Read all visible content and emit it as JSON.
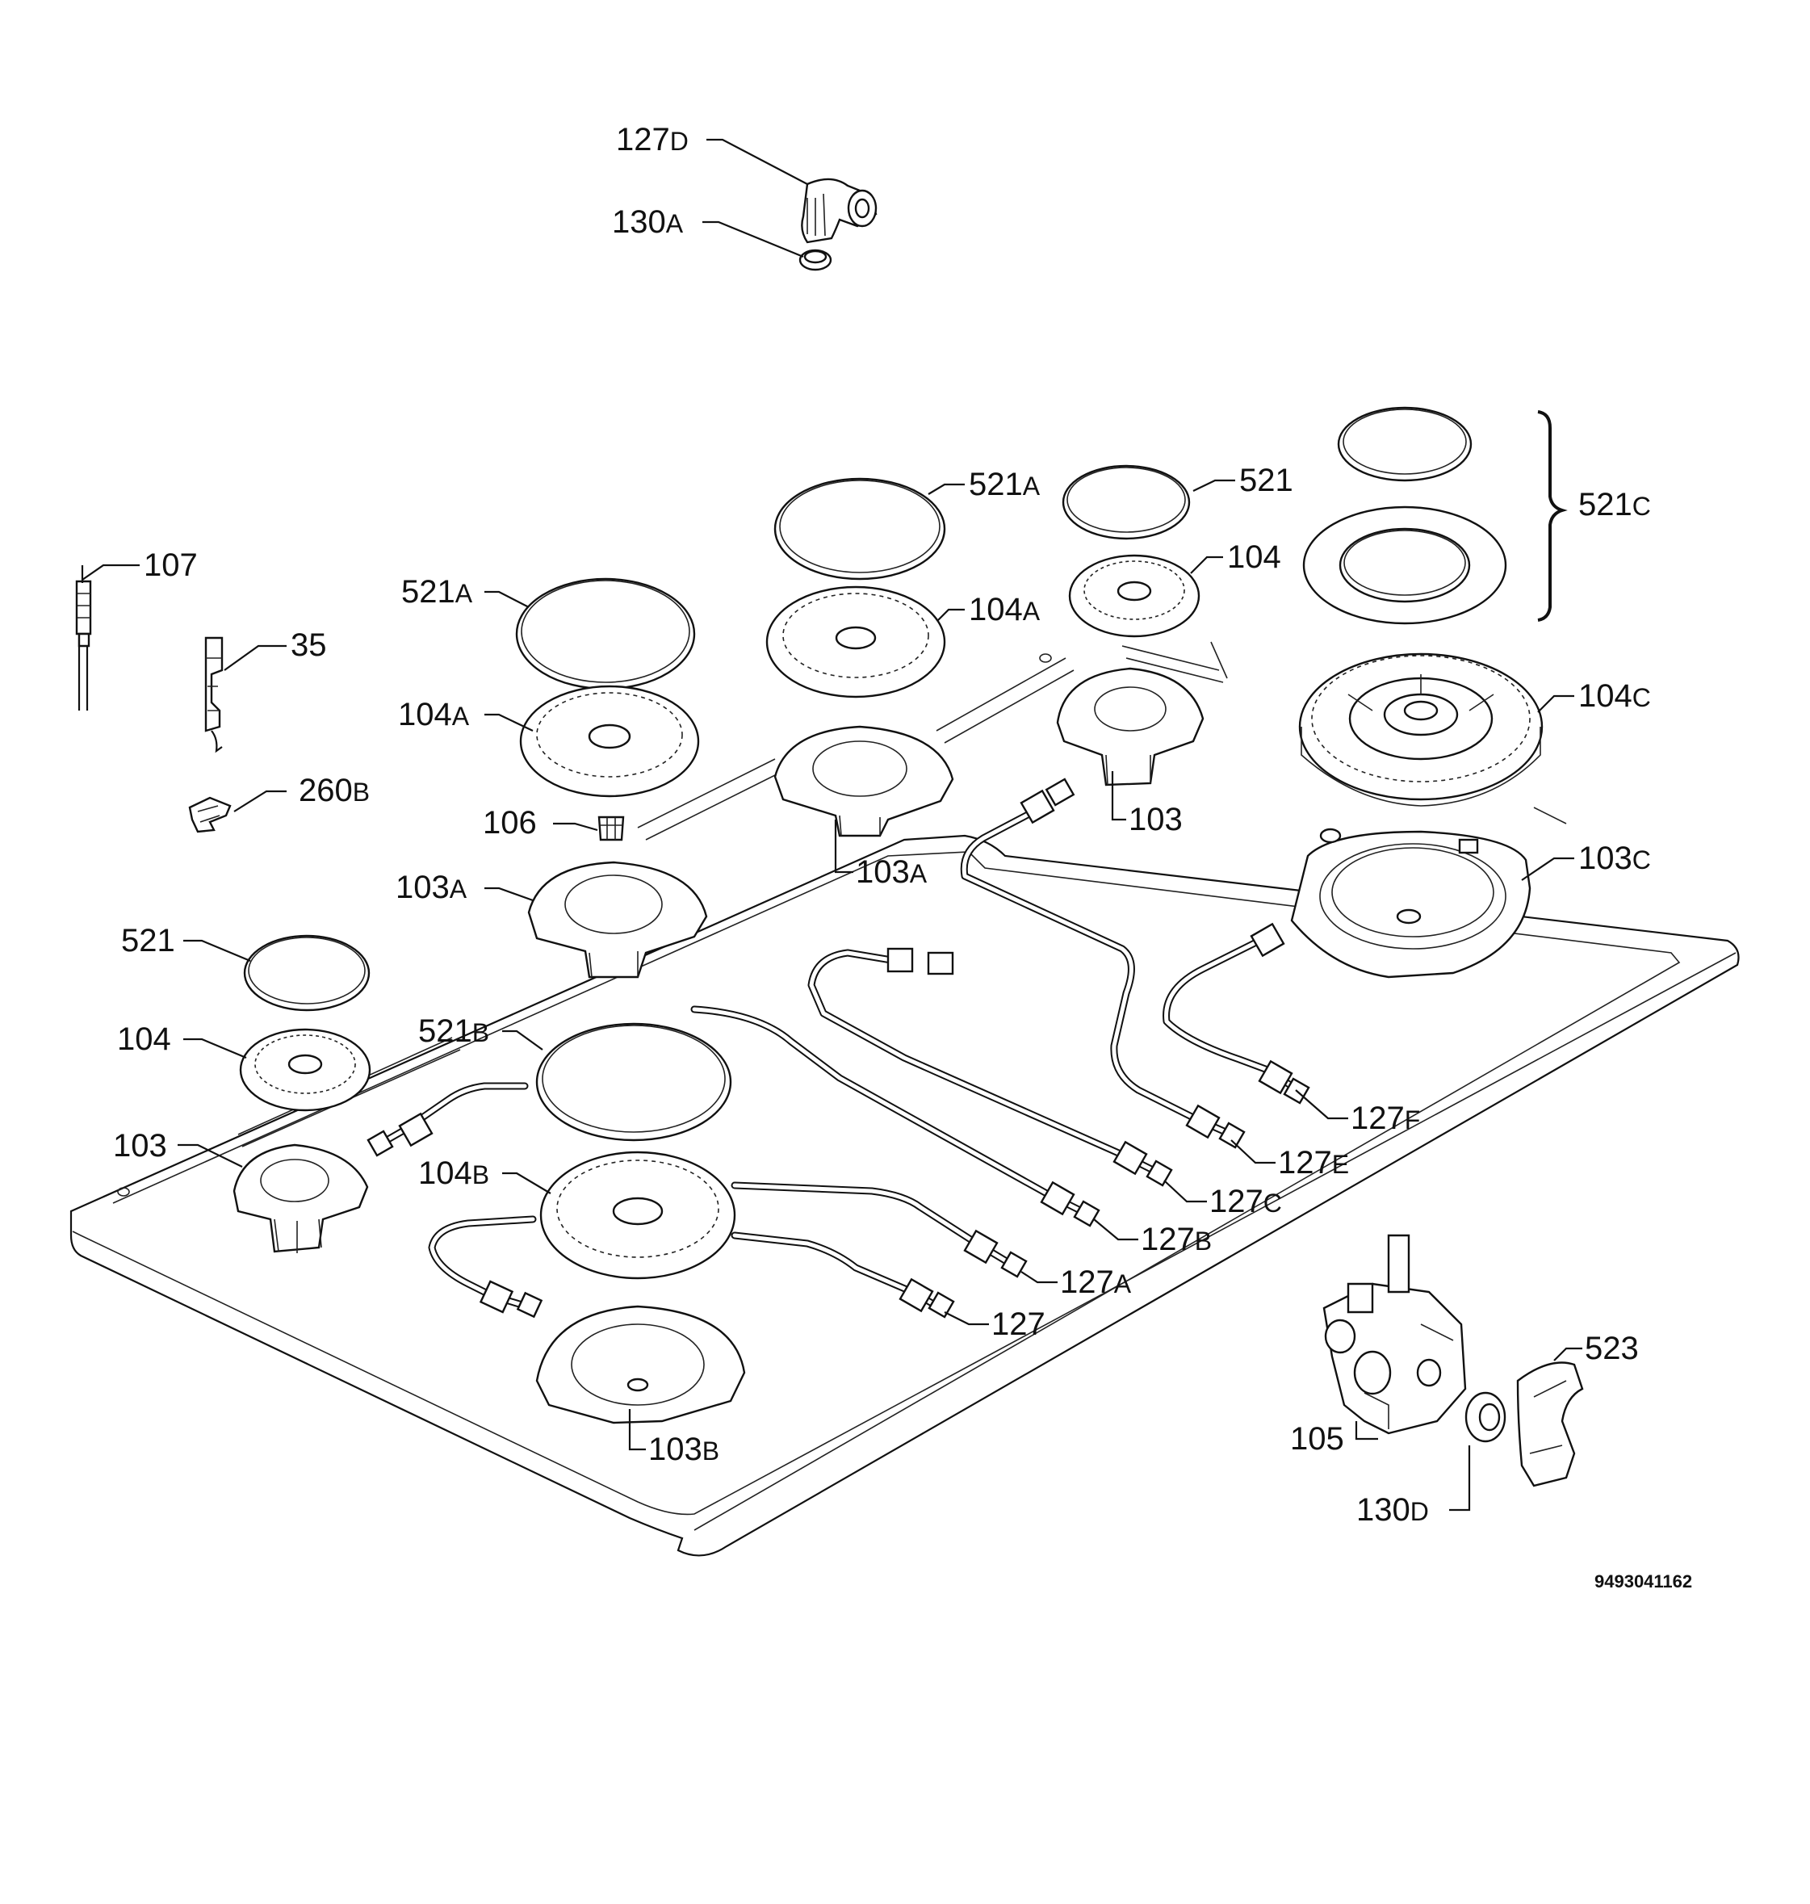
{
  "labels": {
    "l127d": {
      "num": "127",
      "suffix": "D"
    },
    "l130a": {
      "num": "130",
      "suffix": "A"
    },
    "l107": {
      "num": "107",
      "suffix": ""
    },
    "l35": {
      "num": "35",
      "suffix": ""
    },
    "l260b": {
      "num": "260",
      "suffix": "B"
    },
    "l521a_l": {
      "num": "521",
      "suffix": "A"
    },
    "l104a_l": {
      "num": "104",
      "suffix": "A"
    },
    "l106": {
      "num": "106",
      "suffix": ""
    },
    "l103a_l": {
      "num": "103",
      "suffix": "A"
    },
    "l521_l": {
      "num": "521",
      "suffix": ""
    },
    "l104_l": {
      "num": "104",
      "suffix": ""
    },
    "l103_l": {
      "num": "103",
      "suffix": ""
    },
    "l521b": {
      "num": "521",
      "suffix": "B"
    },
    "l104b": {
      "num": "104",
      "suffix": "B"
    },
    "l521a_c": {
      "num": "521",
      "suffix": "A"
    },
    "l104a_c": {
      "num": "104",
      "suffix": "A"
    },
    "l103a_c": {
      "num": "103",
      "suffix": "A"
    },
    "l521_r": {
      "num": "521",
      "suffix": ""
    },
    "l104_r": {
      "num": "104",
      "suffix": ""
    },
    "l103_r": {
      "num": "103",
      "suffix": ""
    },
    "l521c": {
      "num": "521",
      "suffix": "C"
    },
    "l104c": {
      "num": "104",
      "suffix": "C"
    },
    "l103c": {
      "num": "103",
      "suffix": "C"
    },
    "l127f": {
      "num": "127",
      "suffix": "F"
    },
    "l127e": {
      "num": "127",
      "suffix": "E"
    },
    "l127c": {
      "num": "127",
      "suffix": "C"
    },
    "l127b": {
      "num": "127",
      "suffix": "B"
    },
    "l127a": {
      "num": "127",
      "suffix": "A"
    },
    "l127": {
      "num": "127",
      "suffix": ""
    },
    "l103b": {
      "num": "103",
      "suffix": "B"
    },
    "l105": {
      "num": "105",
      "suffix": ""
    },
    "l523": {
      "num": "523",
      "suffix": ""
    },
    "l130d": {
      "num": "130",
      "suffix": "D"
    }
  },
  "reference_code": "9493041162"
}
